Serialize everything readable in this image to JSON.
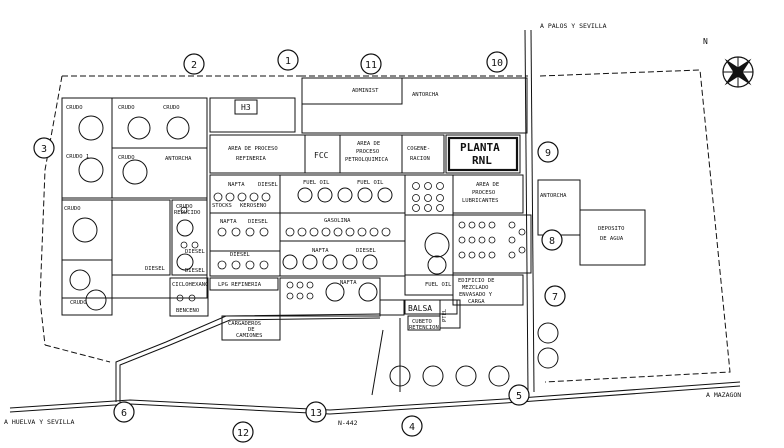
{
  "roads": {
    "palos": "A PALOS Y SEVILLA",
    "huelva": "A HUELVA Y SEVILLA",
    "mazagon": "A MAZAGON",
    "n442": "N-442"
  },
  "compass": {
    "label": "N"
  },
  "gates": [
    "1",
    "2",
    "3",
    "4",
    "5",
    "6",
    "7",
    "8",
    "9",
    "10",
    "11",
    "12",
    "13"
  ],
  "areas": {
    "h3": "H3",
    "administ": "ADMINIST",
    "antorcha": "ANTORCHA",
    "refineria": [
      "AREA DE PROCESO",
      "REFINERIA"
    ],
    "fcc": "FCC",
    "petroquimica": [
      "AREA DE",
      "PROCESO",
      "PETROLQUIMICA"
    ],
    "cogeneracion": [
      "COGENE-",
      "RACION"
    ],
    "planta_rnl": [
      "PLANTA",
      "RNL"
    ],
    "lubricantes": [
      "AREA DE",
      "PROCESO",
      "LUBRICANTES"
    ],
    "deposito": [
      "DEPOSITO",
      "DE AGUA"
    ],
    "mezclado": [
      "EDIFICIO DE",
      "MEZCLADO",
      "ENVASADO Y",
      "CARGA"
    ],
    "balsa": "BALSA",
    "cubeto": [
      "CUBETO",
      "RETENCION"
    ],
    "ptel": "PTEL",
    "cargaderos": [
      "CARGADEROS",
      "DE",
      "CAMIONES"
    ],
    "crudo": "CRUDO",
    "crudo1": "CRUDO 1",
    "nafta": "NAFTA",
    "diesel": "DIESEL",
    "stocks_keroseno": [
      "STOCKS",
      "KEROSENO"
    ],
    "fuel_oil": "FUEL OIL",
    "gasolina": "GASOLINA",
    "crudo_reducido": [
      "CRUDO",
      "REDUCIDO"
    ],
    "lpg": "LPG REFINERIA",
    "ciclohexano": "CICLOHEXANO",
    "benceno": "BENCENO"
  }
}
